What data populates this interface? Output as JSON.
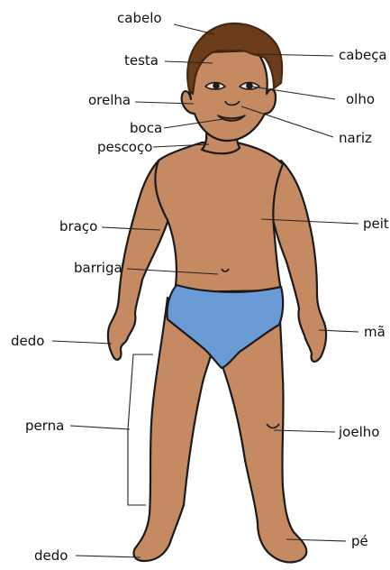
{
  "colors": {
    "skin": "#c68a63",
    "skin_shadow": "#a86f4b",
    "hair": "#6b3d1b",
    "hair_dark": "#4a2810",
    "diaper": "#6a9bd6",
    "outline": "#1a1a1a",
    "label_line": "#222222"
  },
  "labels": {
    "cabelo": "cabelo",
    "testa": "testa",
    "cabeca": "cabeça",
    "orelha": "orelha",
    "olho": "olho",
    "boca": "boca",
    "nariz": "nariz",
    "pescoco": "pescoço",
    "braco": "braço",
    "peito": "peit",
    "barriga": "barriga",
    "dedo_mao": "dedo",
    "mao": "mã",
    "perna": "perna",
    "joelho": "joelho",
    "dedo_pe": "dedo",
    "pe": "pé"
  }
}
